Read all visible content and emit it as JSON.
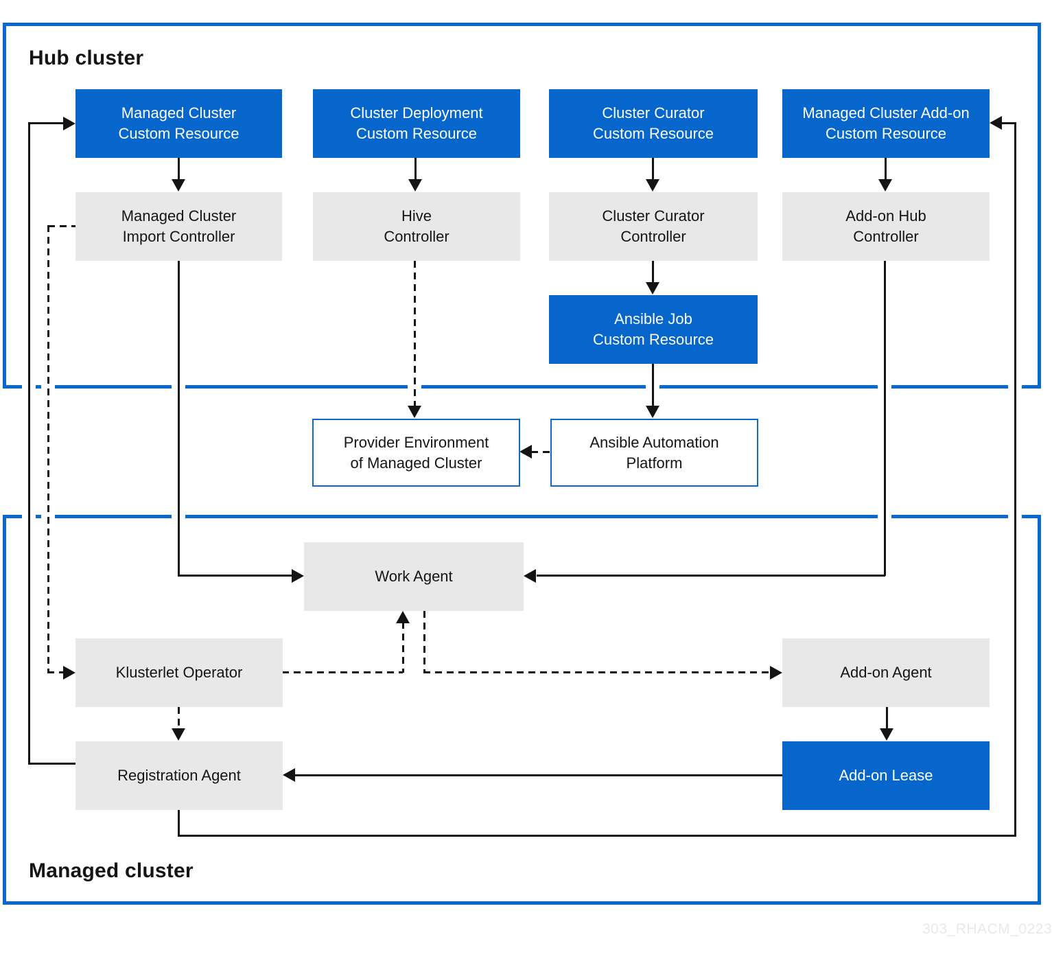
{
  "hub": {
    "title": "Hub cluster"
  },
  "managed": {
    "title": "Managed cluster"
  },
  "watermark": "303_RHACM_0223",
  "colors": {
    "node_blue": "#0666cb",
    "node_gray": "#e8e8e8",
    "container_border_blue": "#0b68cf",
    "line_black": "#141414",
    "text_dark": "#151515",
    "text_light": "#ffffff"
  },
  "nodes": {
    "managed_cluster_cr": {
      "label": "Managed Cluster\nCustom Resource",
      "type": "blue"
    },
    "cluster_deployment_cr": {
      "label": "Cluster Deployment\nCustom Resource",
      "type": "blue"
    },
    "cluster_curator_cr": {
      "label": "Cluster Curator\nCustom Resource",
      "type": "blue"
    },
    "managed_cluster_addon_cr": {
      "label": "Managed Cluster Add-on\nCustom Resource",
      "type": "blue"
    },
    "managed_cluster_import_controller": {
      "label": "Managed Cluster\nImport Controller",
      "type": "gray"
    },
    "hive_controller": {
      "label": "Hive\nController",
      "type": "gray"
    },
    "cluster_curator_controller": {
      "label": "Cluster Curator\nController",
      "type": "gray"
    },
    "addon_hub_controller": {
      "label": "Add-on Hub\nController",
      "type": "gray"
    },
    "ansible_job_cr": {
      "label": "Ansible Job\nCustom Resource",
      "type": "blue"
    },
    "provider_environment": {
      "label": "Provider Environment\nof Managed Cluster",
      "type": "outline"
    },
    "ansible_automation_platform": {
      "label": "Ansible Automation\nPlatform",
      "type": "outline"
    },
    "work_agent": {
      "label": "Work Agent",
      "type": "gray"
    },
    "klusterlet_operator": {
      "label": "Klusterlet Operator",
      "type": "gray"
    },
    "addon_agent": {
      "label": "Add-on Agent",
      "type": "gray"
    },
    "registration_agent": {
      "label": "Registration Agent",
      "type": "gray"
    },
    "addon_lease": {
      "label": "Add-on Lease",
      "type": "blue"
    }
  }
}
